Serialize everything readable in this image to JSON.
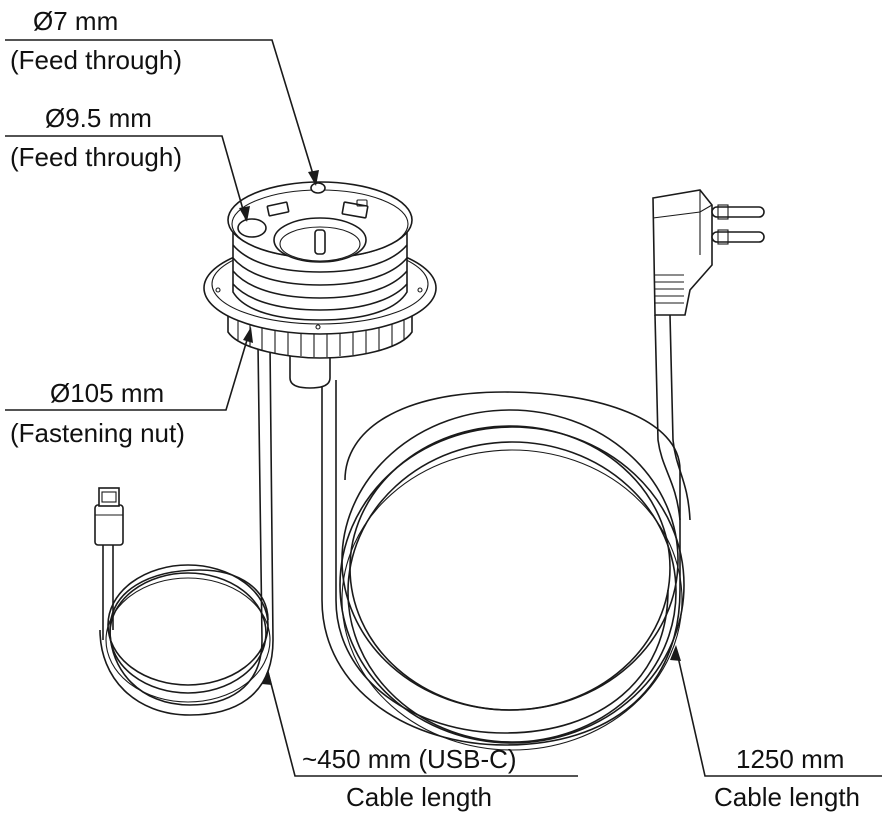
{
  "annotations": {
    "feed_7": {
      "dimension": "Ø7 mm",
      "caption": "(Feed through)"
    },
    "feed_9_5": {
      "dimension": "Ø9.5 mm",
      "caption": "(Feed through)"
    },
    "nut": {
      "dimension": "Ø105 mm",
      "caption": "(Fastening nut)"
    },
    "usb_cable": {
      "dimension": "~450 mm (USB-C)",
      "caption": "Cable length"
    },
    "power_cable": {
      "dimension": "1250 mm",
      "caption": "Cable length"
    }
  }
}
